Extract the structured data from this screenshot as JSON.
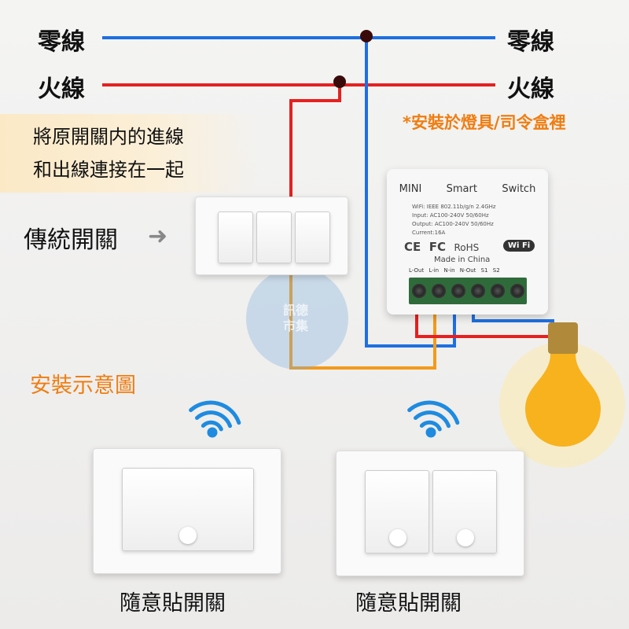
{
  "labels": {
    "neutral_left": "零線",
    "neutral_right": "零線",
    "live_left": "火線",
    "live_right": "火線",
    "note_line1": "將原開關内的進線",
    "note_line2": "和出線連接在一起",
    "traditional_switch": "傳統開關",
    "install_location": "*安裝於燈具/司令盒裡",
    "diagram_title": "安裝示意圖",
    "switch_caption_1": "隨意貼開關",
    "switch_caption_2": "隨意貼開關"
  },
  "module": {
    "title": [
      "MINI",
      "Smart",
      "Switch"
    ],
    "specs": [
      "WiFi: IEEE 802.11b/g/n 2.4GHz",
      "Input: AC100-240V 50/60Hz",
      "Output: AC100-240V 50/60Hz",
      "Current:16A"
    ],
    "certs": [
      "CE",
      "FC",
      "RoHS"
    ],
    "wifi_logo": "Wi Fi",
    "made_in": "Made in China",
    "terminals": [
      "L-Out",
      "L-in",
      "N-in",
      "N-Out",
      "S1",
      "S2"
    ]
  },
  "watermark": "訊德市集",
  "colors": {
    "neutral": "#1e6fe0",
    "live": "#e62020",
    "switched": "#f39a1a",
    "accent_orange": "#f07d10"
  }
}
